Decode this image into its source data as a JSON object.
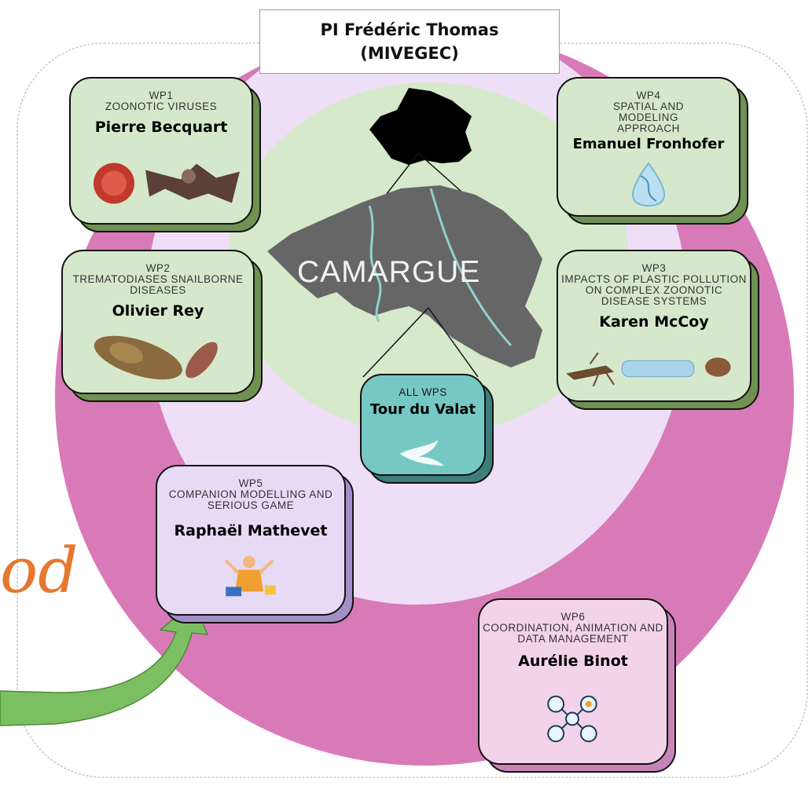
{
  "pi": {
    "line1": "PI Frédéric Thomas",
    "line2": "(MIVEGEC)"
  },
  "map_label": "CAMARGUE",
  "partial_text": "od",
  "colors": {
    "outer_ring": "#d97ab8",
    "lavender_ring": "#eedff6",
    "inner_green": "#d6e9cb",
    "map_gray": "#666666",
    "river": "#8fd0cf",
    "arrow": "#7cbf62",
    "script_text": "#e8772e"
  },
  "wps": {
    "wp1": {
      "code": "WP1",
      "title": "ZOONOTIC VIRUSES",
      "leader": "Pierre Becquart",
      "image": "virus-and-bat"
    },
    "wp2": {
      "code": "WP2",
      "title": "TREMATODIASES SNAILBORNE DISEASES",
      "leader": "Olivier Rey",
      "image": "snail-and-larva"
    },
    "wp3": {
      "code": "WP3",
      "title": "IMPACTS OF PLASTIC POLLUTION ON COMPLEX ZOONOTIC DISEASE SYSTEMS",
      "leader": "Karen McCoy",
      "image": "mosquito-bottle-tick"
    },
    "wp4": {
      "code": "WP4",
      "title": "SPATIAL AND MODELING APPROACH",
      "leader": "Emanuel Fronhofer",
      "image": "dna-drop"
    },
    "wp5": {
      "code": "WP5",
      "title": "COMPANION MODELLING AND SERIOUS GAME",
      "leader": "Raphaël Mathevet",
      "image": "multitasking-person"
    },
    "wp6": {
      "code": "WP6",
      "title": "COORDINATION, ANIMATION AND DATA MANAGEMENT",
      "leader": "Aurélie Binot",
      "image": "network-people"
    },
    "all": {
      "code": "ALL WPS",
      "leader": "Tour du Valat",
      "image": "bird-logo"
    }
  }
}
